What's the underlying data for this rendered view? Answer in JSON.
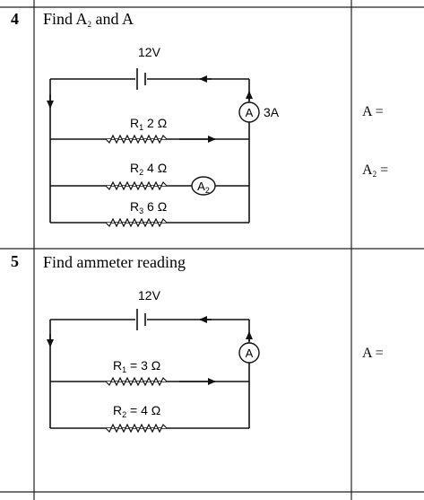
{
  "rows": [
    {
      "number": "4",
      "title_prefix": "Find A",
      "title_sub": "2",
      "title_suffix": " and A",
      "battery_label": "12V",
      "main_meter_letter": "A",
      "main_meter_reading": "3A",
      "resistors": [
        {
          "name": "R",
          "sub": "1",
          "value": "2 Ω"
        },
        {
          "name": "R",
          "sub": "2",
          "value": "4 Ω"
        },
        {
          "name": "R",
          "sub": "3",
          "value": "6 Ω"
        }
      ],
      "branch_meter_letter": "A",
      "branch_meter_sub": "2",
      "answers": [
        {
          "text": "A ="
        },
        {
          "text": "A",
          "sub": "2",
          "suffix": " ="
        }
      ]
    },
    {
      "number": "5",
      "title": "Find ammeter reading",
      "battery_label": "12V",
      "main_meter_letter": "A",
      "resistors": [
        {
          "name": "R",
          "sub": "1",
          "value": " = 3 Ω"
        },
        {
          "name": "R",
          "sub": "2",
          "value": " = 4 Ω"
        }
      ],
      "answers": [
        {
          "text": "A ="
        }
      ]
    }
  ]
}
